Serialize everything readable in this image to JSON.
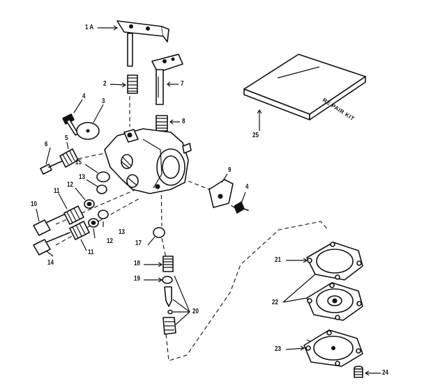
{
  "callouts": {
    "p1a": "1 A",
    "p2": "2",
    "p3": "3",
    "p4a": "4",
    "p4b": "4",
    "p5": "5",
    "p6": "6",
    "p7": "7",
    "p8": "8",
    "p9": "9",
    "p10": "10",
    "p11a": "11",
    "p11b": "11",
    "p12a": "12",
    "p12b": "12",
    "p13a": "13",
    "p13b": "13",
    "p14": "14",
    "p15": "15",
    "p17": "17",
    "p18": "18",
    "p19": "19",
    "p20": "20",
    "p21": "21",
    "p22": "22",
    "p23": "23",
    "p24": "24",
    "p25": "25"
  },
  "repair_kit_label": "RE PAIR KIT"
}
